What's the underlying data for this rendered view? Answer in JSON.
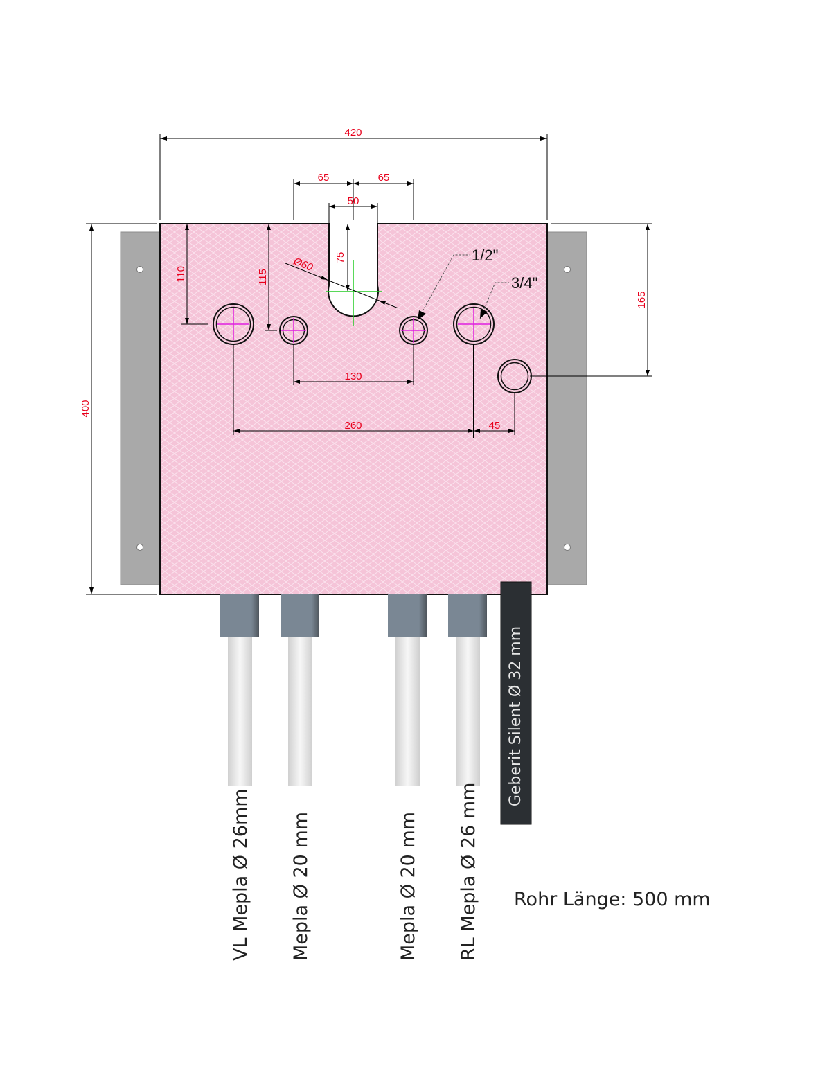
{
  "colors": {
    "plate": "#f5c4d8",
    "bracket": "#a9a9a9",
    "dimension_text": "#e8001c",
    "centermark_magenta": "#e020e0",
    "centermark_green": "#22cc22",
    "pipe_cap": "#76838f",
    "pipe_body": "#e4e4e4",
    "geberit_pipe": "#2b2f33"
  },
  "dimensions": {
    "overall_width": "420",
    "overall_height": "400",
    "offset_left": "65",
    "offset_right": "65",
    "slot_width": "50",
    "slot_depth": "75",
    "slot_diameter": "Ø60",
    "hole_height_left": "110",
    "hole_height_inner": "115",
    "right_height": "165",
    "inner_spacing": "130",
    "outer_spacing": "260",
    "geberit_offset": "45"
  },
  "callouts": {
    "half_inch": "1/2\"",
    "three_quarter_inch": "3/4\""
  },
  "pipes": [
    {
      "label": "VL Mepla Ø 26mm"
    },
    {
      "label": "Mepla  Ø 20 mm"
    },
    {
      "label": "Mepla  Ø 20 mm"
    },
    {
      "label": "RL Mepla Ø 26 mm"
    }
  ],
  "geberit": {
    "label": "Geberit Silent Ø 32 mm"
  },
  "note": "Rohr Länge: 500 mm"
}
